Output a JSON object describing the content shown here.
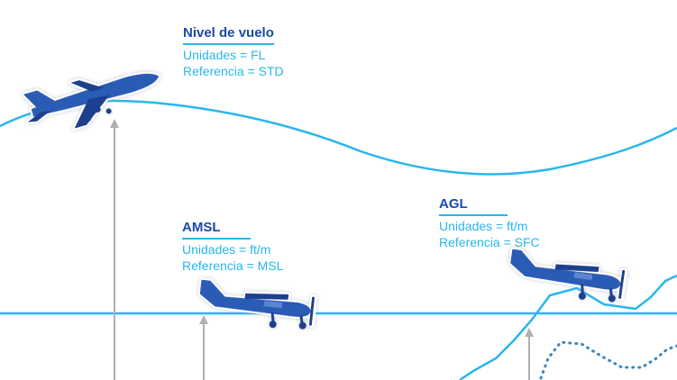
{
  "labels": {
    "flight_level": {
      "title": "Nivel de vuelo",
      "units": "Unidades = FL",
      "reference": "Referencia = STD"
    },
    "amsl": {
      "title": "AMSL",
      "units": "Unidades = ft/m",
      "reference": "Referencia = MSL"
    },
    "agl": {
      "title": "AGL",
      "units": "Unidades = ft/m",
      "reference": "Referencia = SFC"
    }
  },
  "colors": {
    "line": "#29b6ea",
    "plane": "#2a5bb5",
    "plane_dark": "#1a3f8e",
    "heading": "#1a4aa8",
    "pole": "#b0b0b0",
    "dotted": "#3a86c4"
  },
  "icons": [
    "jet-airplane-icon",
    "propeller-airplane-icon"
  ]
}
